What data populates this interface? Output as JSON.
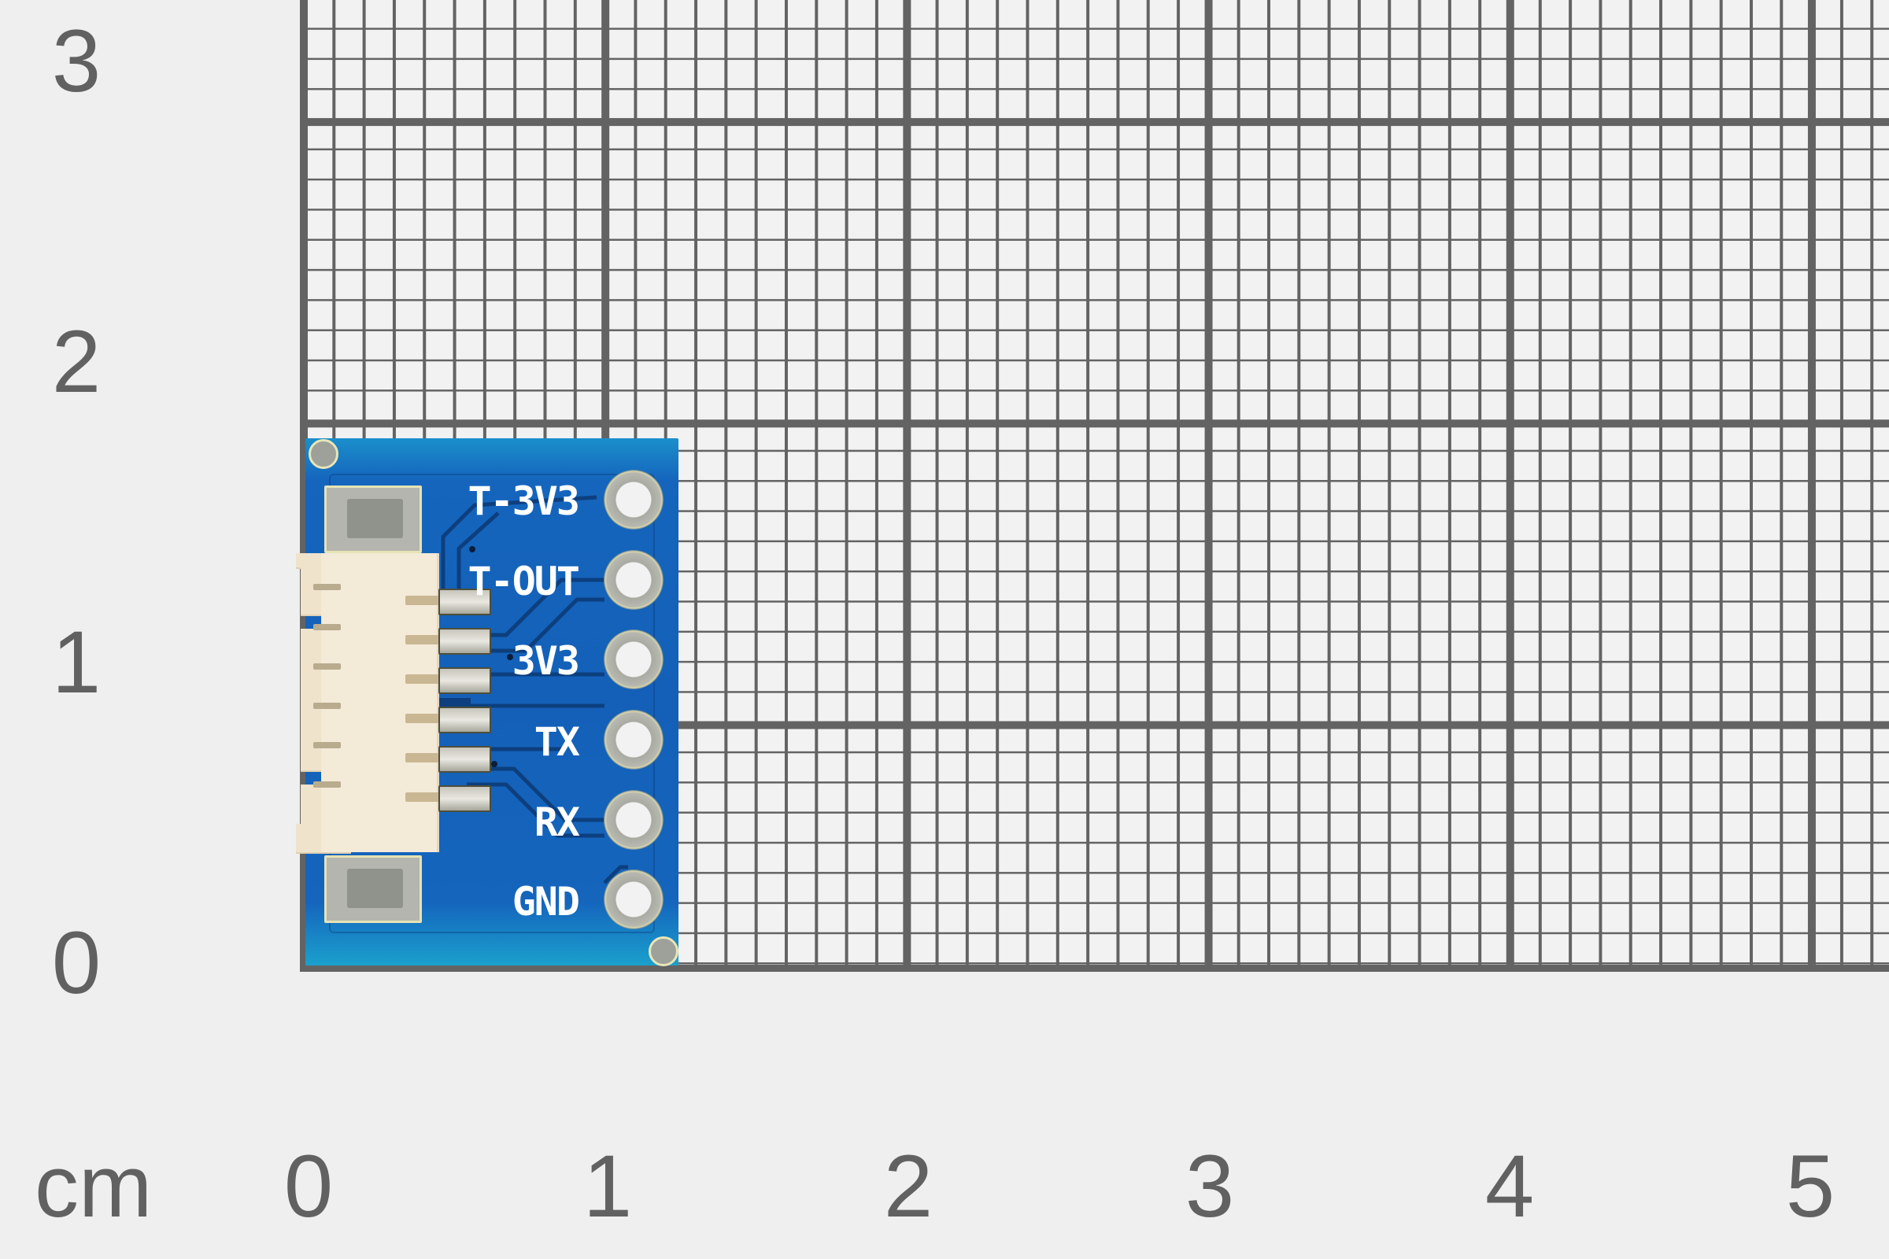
{
  "image": {
    "description": "Product photo of a small blue breakout PCB with a 6-pin connector, placed on centimeter grid paper for scale",
    "background_color": "#efefef",
    "grid_line_color": "#636363"
  },
  "scale": {
    "unit_label": "cm",
    "x_ticks": [
      "0",
      "1",
      "2",
      "3",
      "4",
      "5"
    ],
    "y_ticks": [
      "0",
      "1",
      "2",
      "3"
    ]
  },
  "pcb": {
    "color": "#1460b8",
    "silkscreen_color": "#ffffff",
    "pins": [
      {
        "label": "T-3V3"
      },
      {
        "label": "T-OUT"
      },
      {
        "label": "3V3"
      },
      {
        "label": "TX"
      },
      {
        "label": "RX"
      },
      {
        "label": "GND"
      }
    ],
    "connector": {
      "pin_count": 6,
      "color": "#f4ead8"
    }
  }
}
